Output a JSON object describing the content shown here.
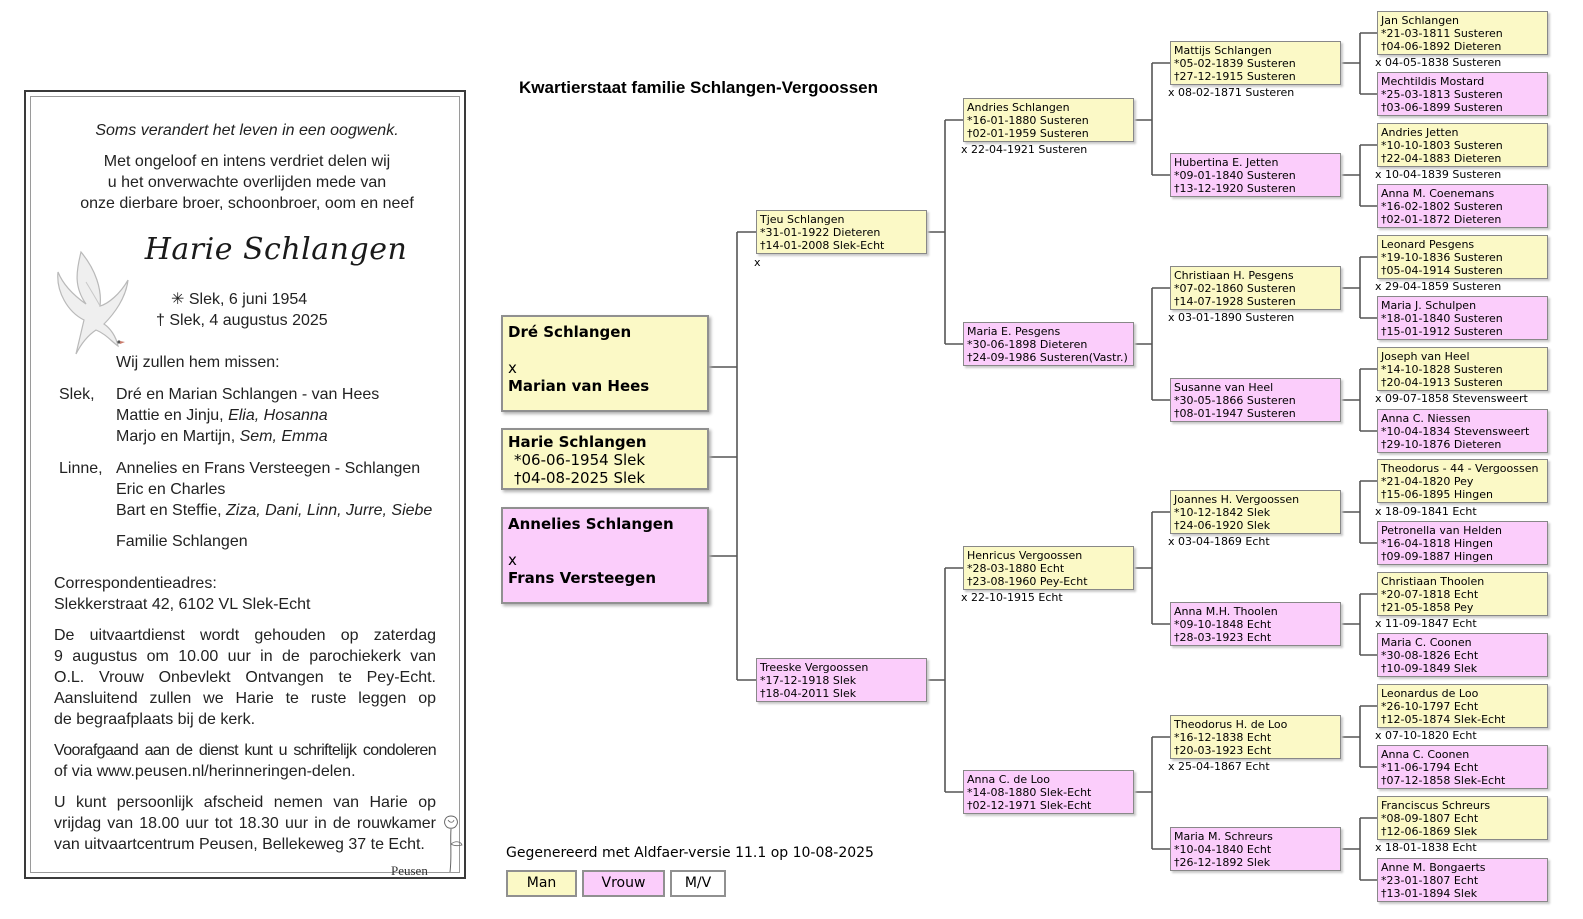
{
  "notice": {
    "intro": "Soms verandert het leven in een oogwenk.",
    "line1": "Met ongeloof en intens verdriet delen wij",
    "line2": "u het onverwachte overlijden mede van",
    "line3": "onze dierbare broer, schoonbroer, oom en neef",
    "name": "Harie Schlangen",
    "born": "✳ Slek, 6 juni 1954",
    "died": "† Slek, 4 augustus 2025",
    "miss": "Wij zullen hem missen:",
    "place1": "Slek,",
    "fam1a": "Dré en Marian Schlangen - van Hees",
    "fam1b_plain": "Mattie en Jinju, ",
    "fam1b_it": "Elia, Hosanna",
    "fam1c_plain": "Marjo en Martijn, ",
    "fam1c_it": "Sem, Emma",
    "place2": "Linne,",
    "fam2a": "Annelies en Frans Versteegen - Schlangen",
    "fam2b": "Eric en Charles",
    "fam2c_plain": "Bart en Steffie, ",
    "fam2c_it": "Ziza, Dani, Linn, Jurre, Siebe",
    "fam3": "Familie Schlangen",
    "corr_label": "Correspondentieadres:",
    "corr_addr": "Slekkerstraat 42, 6102 VL  Slek-Echt",
    "p1": [
      "De uitvaartdienst wordt gehouden op zaterdag",
      "9 augustus om 10.00 uur in de parochiekerk van",
      "O.L. Vrouw Onbevlekt Ontvangen te Pey-Echt.",
      "Aansluitend zullen we Harie te ruste leggen op",
      "de begraafplaats bij de kerk."
    ],
    "p2": [
      "Voorafgaand aan de dienst kunt u schriftelijk condoleren",
      "of via www.peusen.nl/herinneringen-delen."
    ],
    "p3": [
      "U kunt persoonlijk afscheid nemen van Harie op",
      "vrijdag van 18.00 uur tot 18.30 uur in de rouwkamer",
      "van uitvaartcentrum Peusen, Bellekeweg 37 te Echt."
    ],
    "logo": "Peusen"
  },
  "chart": {
    "title": "Kwartierstaat familie Schlangen-Vergoossen",
    "siblings": [
      {
        "name": "Dré Schlangen",
        "x": "x",
        "partner": "Marian van Hees"
      },
      {
        "name": "Harie Schlangen",
        "born": "*06-06-1954 Slek",
        "died": "†04-08-2025 Slek"
      },
      {
        "name": "Annelies Schlangen",
        "x": "x",
        "partner": "Frans Versteegen"
      }
    ],
    "persons": [
      {
        "name": "Tjeu Schlangen",
        "born": "*31-01-1922 Dieteren",
        "died": "†14-01-2008 Slek-Echt"
      },
      {
        "name": "Treeske Vergoossen",
        "born": "*17-12-1918 Slek",
        "died": "†18-04-2011 Slek"
      },
      {
        "name": "Andries Schlangen",
        "born": "*16-01-1880 Susteren",
        "died": "†02-01-1959 Susteren"
      },
      {
        "name": "Maria E. Pesgens",
        "born": "*30-06-1898 Dieteren",
        "died": "†24-09-1986 Susteren(Vastr.)"
      },
      {
        "name": "Henricus Vergoossen",
        "born": "*28-03-1880 Echt",
        "died": "†23-08-1960 Pey-Echt"
      },
      {
        "name": "Anna C. de Loo",
        "born": "*14-08-1880 Slek-Echt",
        "died": "†02-12-1971 Slek-Echt"
      },
      {
        "name": "Mattijs Schlangen",
        "born": "*05-02-1839 Susteren",
        "died": "†27-12-1915 Susteren"
      },
      {
        "name": "Hubertina E. Jetten",
        "born": "*09-01-1840 Susteren",
        "died": "†13-12-1920 Susteren"
      },
      {
        "name": "Christiaan H. Pesgens",
        "born": "*07-02-1860 Susteren",
        "died": "†14-07-1928 Susteren"
      },
      {
        "name": "Susanne van Heel",
        "born": "*30-05-1866 Susteren",
        "died": "†08-01-1947 Susteren"
      },
      {
        "name": "Joannes H. Vergoossen",
        "born": "*10-12-1842 Slek",
        "died": "†24-06-1920 Slek"
      },
      {
        "name": "Anna M.H. Thoolen",
        "born": "*09-10-1848 Echt",
        "died": "†28-03-1923 Echt"
      },
      {
        "name": "Theodorus H. de Loo",
        "born": "*16-12-1838 Echt",
        "died": "†20-03-1923 Echt"
      },
      {
        "name": "Maria M. Schreurs",
        "born": "*10-04-1840 Echt",
        "died": "†26-12-1892 Slek"
      },
      {
        "name": "Jan Schlangen",
        "born": "*21-03-1811 Susteren",
        "died": "†04-06-1892 Dieteren"
      },
      {
        "name": "Mechtildis Mostard",
        "born": "*25-03-1813 Susteren",
        "died": "†03-06-1899 Susteren"
      },
      {
        "name": "Andries Jetten",
        "born": "*10-10-1803 Susteren",
        "died": "†22-04-1883 Dieteren"
      },
      {
        "name": "Anna M. Coenemans",
        "born": "*16-02-1802 Susteren",
        "died": "†02-01-1872 Dieteren"
      },
      {
        "name": "Leonard Pesgens",
        "born": "*19-10-1836 Susteren",
        "died": "†05-04-1914 Susteren"
      },
      {
        "name": "Maria J. Schulpen",
        "born": "*18-01-1840 Susteren",
        "died": "†15-01-1912 Susteren"
      },
      {
        "name": "Joseph van Heel",
        "born": "*14-10-1828 Susteren",
        "died": "†20-04-1913 Susteren"
      },
      {
        "name": "Anna C. Niessen",
        "born": "*10-04-1834 Stevensweert",
        "died": "†29-10-1876 Dieteren"
      },
      {
        "name": "Theodorus - 44 - Vergoossen",
        "born": "*21-04-1820 Pey",
        "died": "†15-06-1895 Hingen"
      },
      {
        "name": "Petronella van Helden",
        "born": "*16-04-1818 Hingen",
        "died": "†09-09-1887 Hingen"
      },
      {
        "name": "Christiaan Thoolen",
        "born": "*20-07-1818 Echt",
        "died": "†21-05-1858 Pey"
      },
      {
        "name": "Maria C. Coonen",
        "born": "*30-08-1826 Echt",
        "died": "†10-09-1849 Slek"
      },
      {
        "name": "Leonardus de Loo",
        "born": "*26-10-1797 Echt",
        "died": "†12-05-1874 Slek-Echt"
      },
      {
        "name": "Anna C. Coonen",
        "born": "*11-06-1794 Echt",
        "died": "†07-12-1858 Slek-Echt"
      },
      {
        "name": "Franciscus Schreurs",
        "born": "*08-09-1807 Echt",
        "died": "†12-06-1869 Slek"
      },
      {
        "name": "Anne M. Bongaerts",
        "born": "*23-01-1807 Echt",
        "died": "†13-01-1894 Slek"
      }
    ],
    "marriages": [
      "x",
      "x 22-04-1921 Susteren",
      "x 22-10-1915 Echt",
      "x 08-02-1871 Susteren",
      "x 03-01-1890 Susteren",
      "x 03-04-1869 Echt",
      "x 25-04-1867 Echt",
      "x 04-05-1838 Susteren",
      "x 10-04-1839 Susteren",
      "x 29-04-1859 Susteren",
      "x 09-07-1858 Stevensweert",
      "x 18-09-1841 Echt",
      "x 11-09-1847 Echt",
      "x 07-10-1820 Echt",
      "x 18-01-1838 Echt"
    ],
    "generated": "Gegenereerd met Aldfaer-versie 11.1 op 10-08-2025",
    "legend": {
      "man": "Man",
      "vrouw": "Vrouw",
      "mv": "M/V"
    },
    "colors": {
      "man": "#fbf9c6",
      "woman": "#fbcdfb",
      "line": "#555555"
    }
  }
}
